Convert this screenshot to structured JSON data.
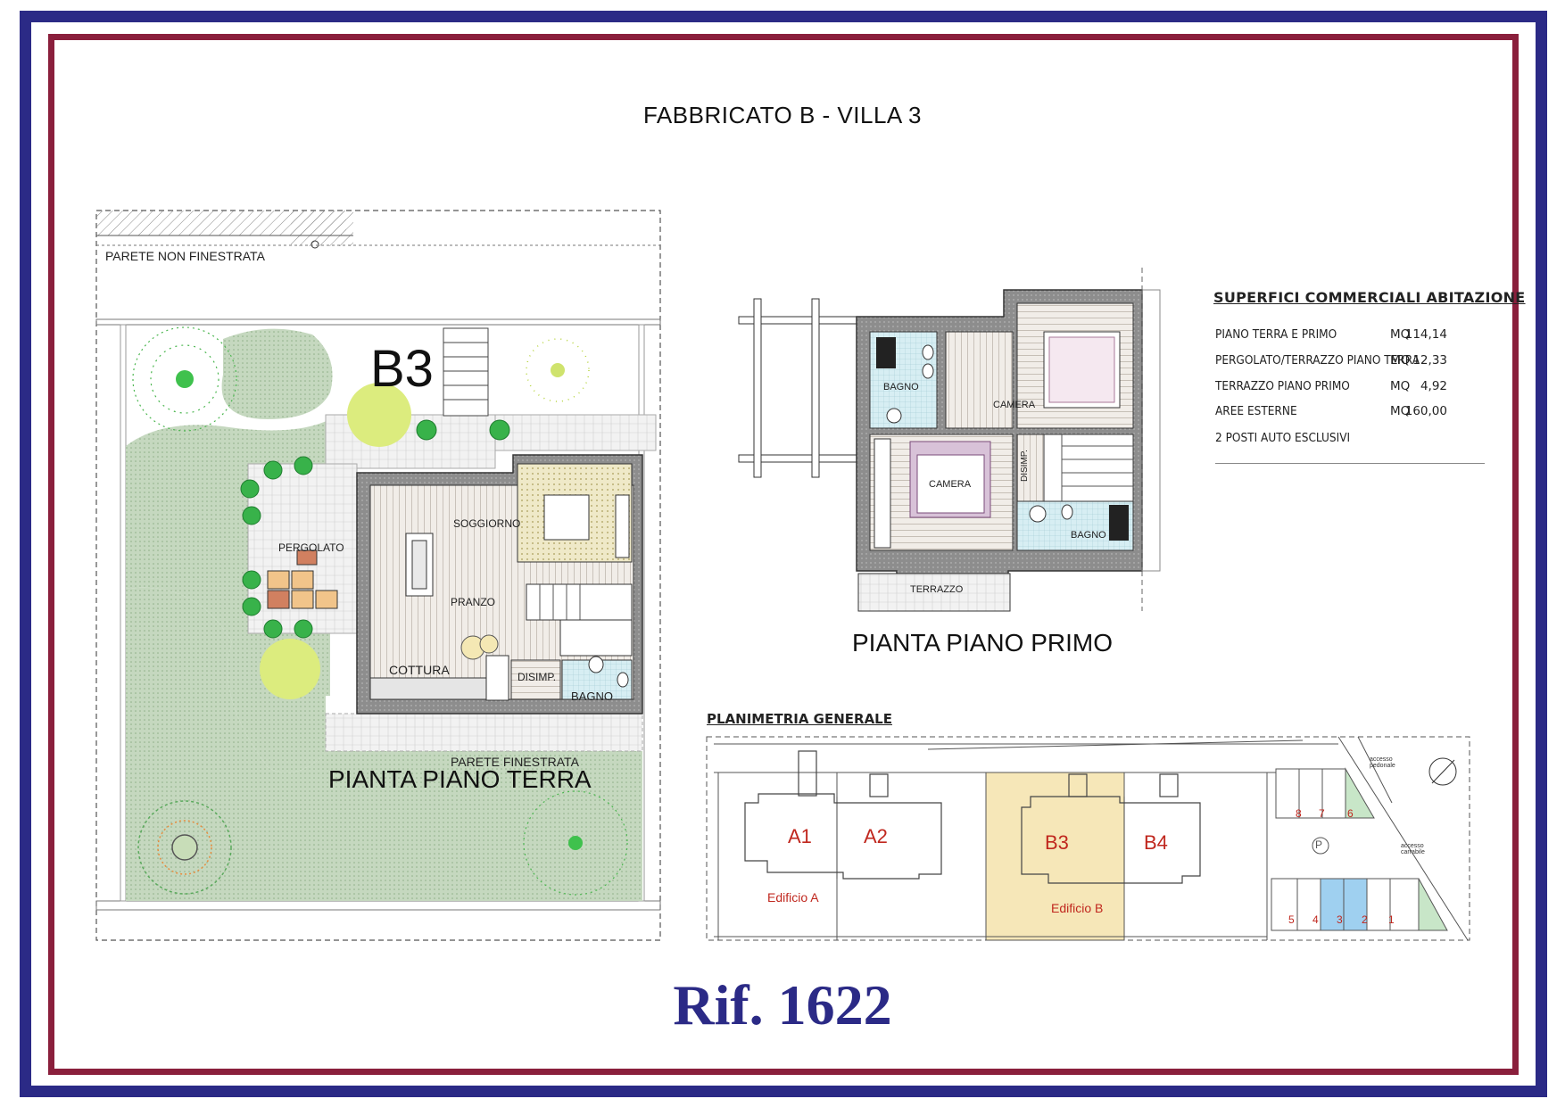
{
  "title": "FABBRICATO B - VILLA 3",
  "ground_floor": {
    "title": "PIANTA PIANO TERRA",
    "unit_label": "B3",
    "wall_top": "PARETE  NON  FINESTRATA",
    "wall_bottom": "PARETE  FINESTRATA",
    "rooms": {
      "soggiorno": "SOGGIORNO",
      "pergolato": "PERGOLATO",
      "pranzo": "PRANZO",
      "cottura": "COTTURA",
      "disimp": "DISIMP.",
      "bagno": "BAGNO"
    }
  },
  "first_floor": {
    "title": "PIANTA PIANO PRIMO",
    "rooms": {
      "bagno_1": "BAGNO",
      "camera_1": "CAMERA",
      "camera_2": "CAMERA",
      "disimp": "DISIMP.",
      "bagno_2": "BAGNO",
      "terrazzo": "TERRAZZO"
    }
  },
  "surfaces": {
    "title": "SUPERFICI COMMERCIALI ABITAZIONE",
    "rows": [
      {
        "label": "PIANO TERRA E PRIMO",
        "unit": "MQ",
        "value": "114,14"
      },
      {
        "label": "PERGOLATO/TERRAZZO PIANO TERRA",
        "unit": "MQ",
        "value": "12,33"
      },
      {
        "label": "TERRAZZO PIANO PRIMO",
        "unit": "MQ",
        "value": "4,92"
      },
      {
        "label": "AREE ESTERNE",
        "unit": "MQ",
        "value": "160,00"
      }
    ],
    "note": "2 POSTI AUTO ESCLUSIVI"
  },
  "site_plan": {
    "title": "PLANIMETRIA GENERALE",
    "units": [
      "A1",
      "A2",
      "B3",
      "B4"
    ],
    "buildings": [
      "Edificio A",
      "Edificio B"
    ],
    "parking_symbol": "P",
    "spaces_top": [
      "8",
      "7",
      "6"
    ],
    "spaces_bottom": [
      "5",
      "4",
      "3",
      "2",
      "1"
    ],
    "pedestrian_access": "accesso pedonale",
    "vehicle_access": "accesso carrabile"
  },
  "reference": "Rif. 1622",
  "colors": {
    "outer_frame": "#2b2a86",
    "inner_frame": "#8a1f3c",
    "garden": "#c9d9c3",
    "highlight": "#f6e7b8",
    "site_labels": "#c0271e",
    "parking_reserved": "#9fd0f0"
  }
}
